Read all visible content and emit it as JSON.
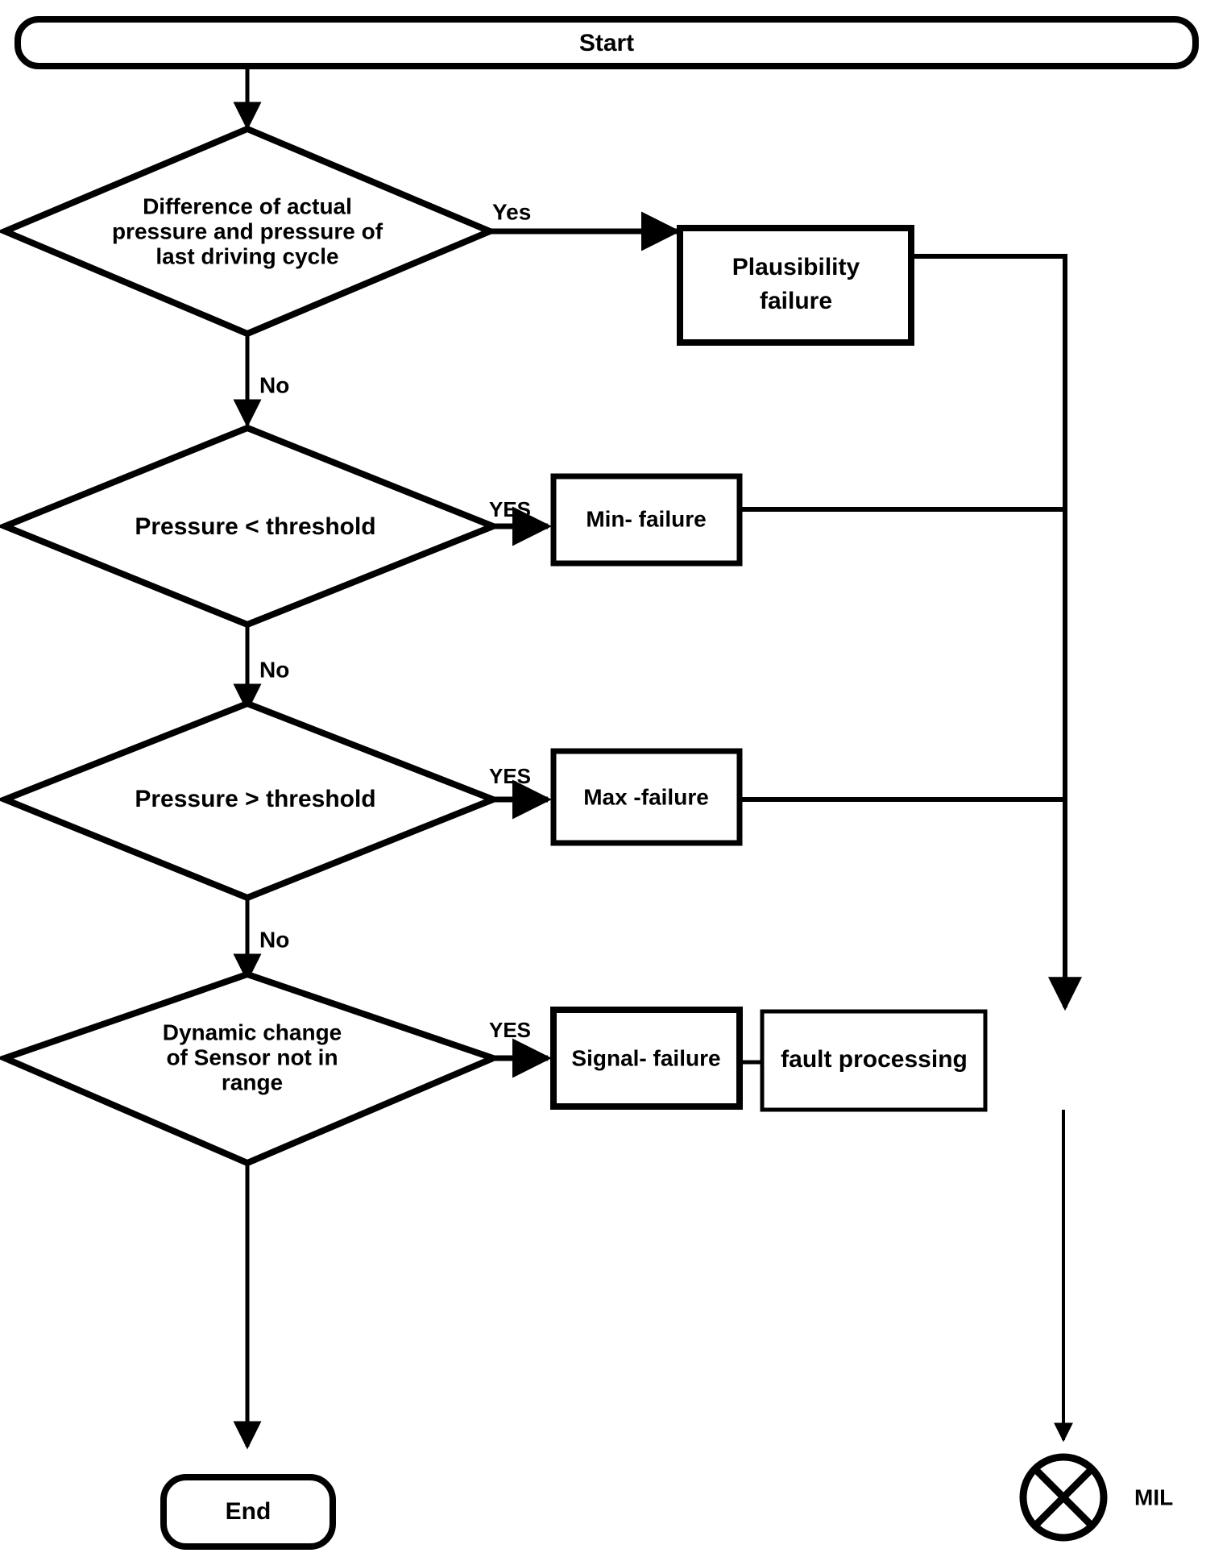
{
  "diagram": {
    "title": "Pressure sensor fault diagnosis flowchart",
    "background_color": "#ffffff",
    "line_color": "#000000",
    "nodes": {
      "start": {
        "label": "Start",
        "shape": "rounded-terminal"
      },
      "end": {
        "label": "End",
        "shape": "rounded-terminal"
      },
      "decision_1": {
        "label_line_1": "Difference of  actual",
        "label_line_2": "pressure and pressure of",
        "label_line_3": "last driving cycle",
        "shape": "diamond"
      },
      "decision_2": {
        "label_line_1": "Pressure < threshold",
        "shape": "diamond"
      },
      "decision_3": {
        "label_line_1": "Pressure > threshold",
        "shape": "diamond"
      },
      "decision_4": {
        "label_line_1": "Dynamic change",
        "label_line_2": "of Sensor not in",
        "label_line_3": "range",
        "shape": "diamond"
      },
      "process_plausibility": {
        "label_line_1": "Plausibility",
        "label_line_2": "failure",
        "shape": "rectangle"
      },
      "process_min": {
        "label_line_1": "Min- failure",
        "shape": "rectangle"
      },
      "process_max": {
        "label_line_1": "Max -failure",
        "shape": "rectangle"
      },
      "process_signal": {
        "label_line_1": "Signal- failure",
        "shape": "rectangle"
      },
      "process_fault": {
        "label_line_1": "fault processing",
        "shape": "rectangle"
      },
      "mil_lamp": {
        "label": "MIL",
        "shape": "circle-with-cross"
      }
    },
    "edge_labels": {
      "yes_1": "Yes",
      "no_1": "No",
      "yes_2": "YES",
      "no_2": "No",
      "yes_3": "YES",
      "no_3": "No",
      "yes_4": "YES"
    }
  }
}
